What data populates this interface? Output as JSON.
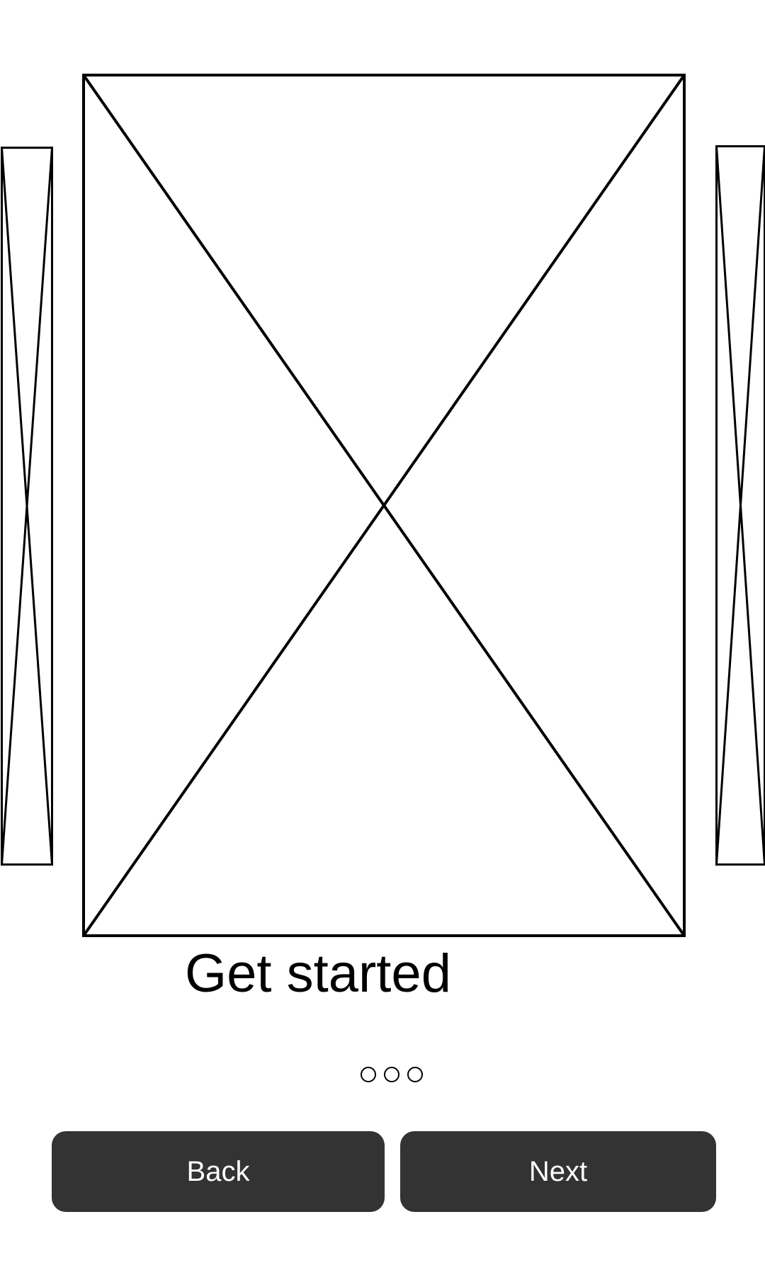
{
  "onboarding": {
    "title": "Get started",
    "page_indicator": {
      "total": 3
    },
    "buttons": {
      "back_label": "Back",
      "next_label": "Next"
    },
    "images": {
      "main": "image-placeholder",
      "previous": "image-placeholder",
      "next": "image-placeholder"
    }
  },
  "colors": {
    "background": "#ffffff",
    "outline": "#000000",
    "button_background": "#333333",
    "button_text": "#ffffff"
  }
}
